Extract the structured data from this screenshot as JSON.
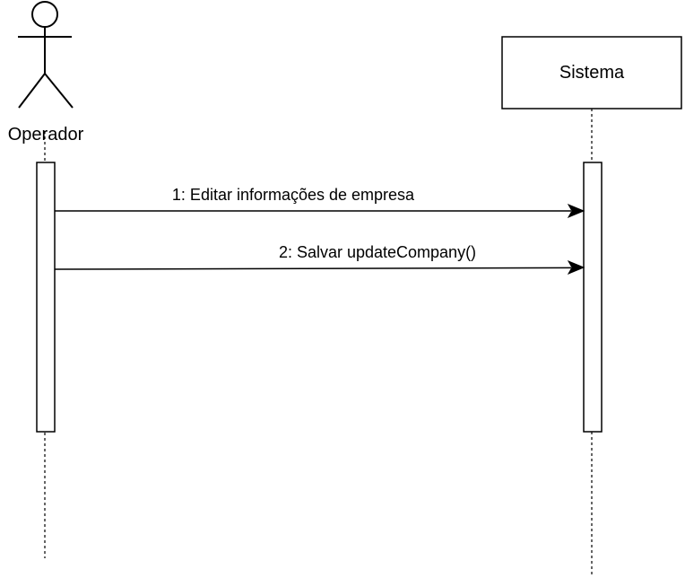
{
  "participants": [
    {
      "kind": "actor",
      "label": "Operador"
    },
    {
      "kind": "object",
      "label": "Sistema"
    }
  ],
  "messages": [
    {
      "label": "1: Editar informações de empresa",
      "from": "Operador",
      "to": "Sistema"
    },
    {
      "label": "2: Salvar updateCompany()",
      "from": "Operador",
      "to": "Sistema"
    }
  ],
  "colors": {
    "stroke": "#000000",
    "fill": "#ffffff"
  }
}
